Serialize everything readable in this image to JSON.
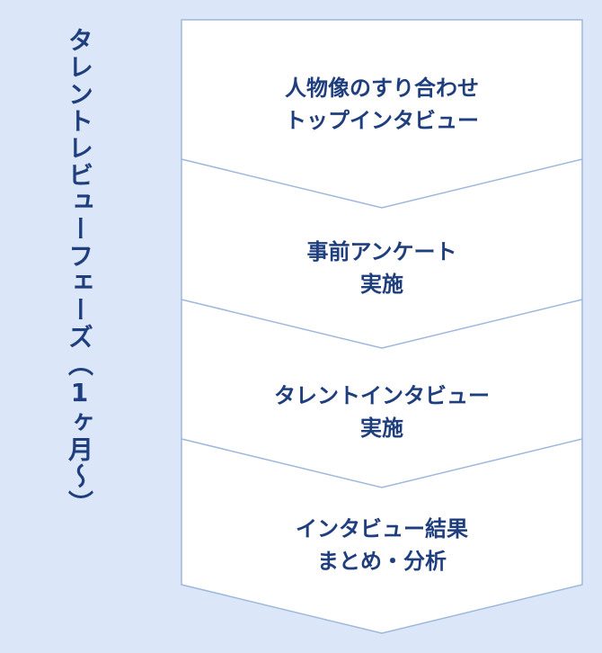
{
  "phase": {
    "label": "タレントレビューフェーズ（1ヶ月〜）"
  },
  "steps": [
    {
      "line1": "人物像のすり合わせ",
      "line2": "トップインタビュー"
    },
    {
      "line1": "事前アンケート",
      "line2": "実施"
    },
    {
      "line1": "タレントインタビュー",
      "line2": "実施"
    },
    {
      "line1": "インタビュー結果",
      "line2": "まとめ・分析"
    }
  ],
  "colors": {
    "background": "#dbe7f8",
    "box_fill": "#ffffff",
    "box_stroke": "#9eb7dc",
    "text": "#1f3e7e"
  }
}
